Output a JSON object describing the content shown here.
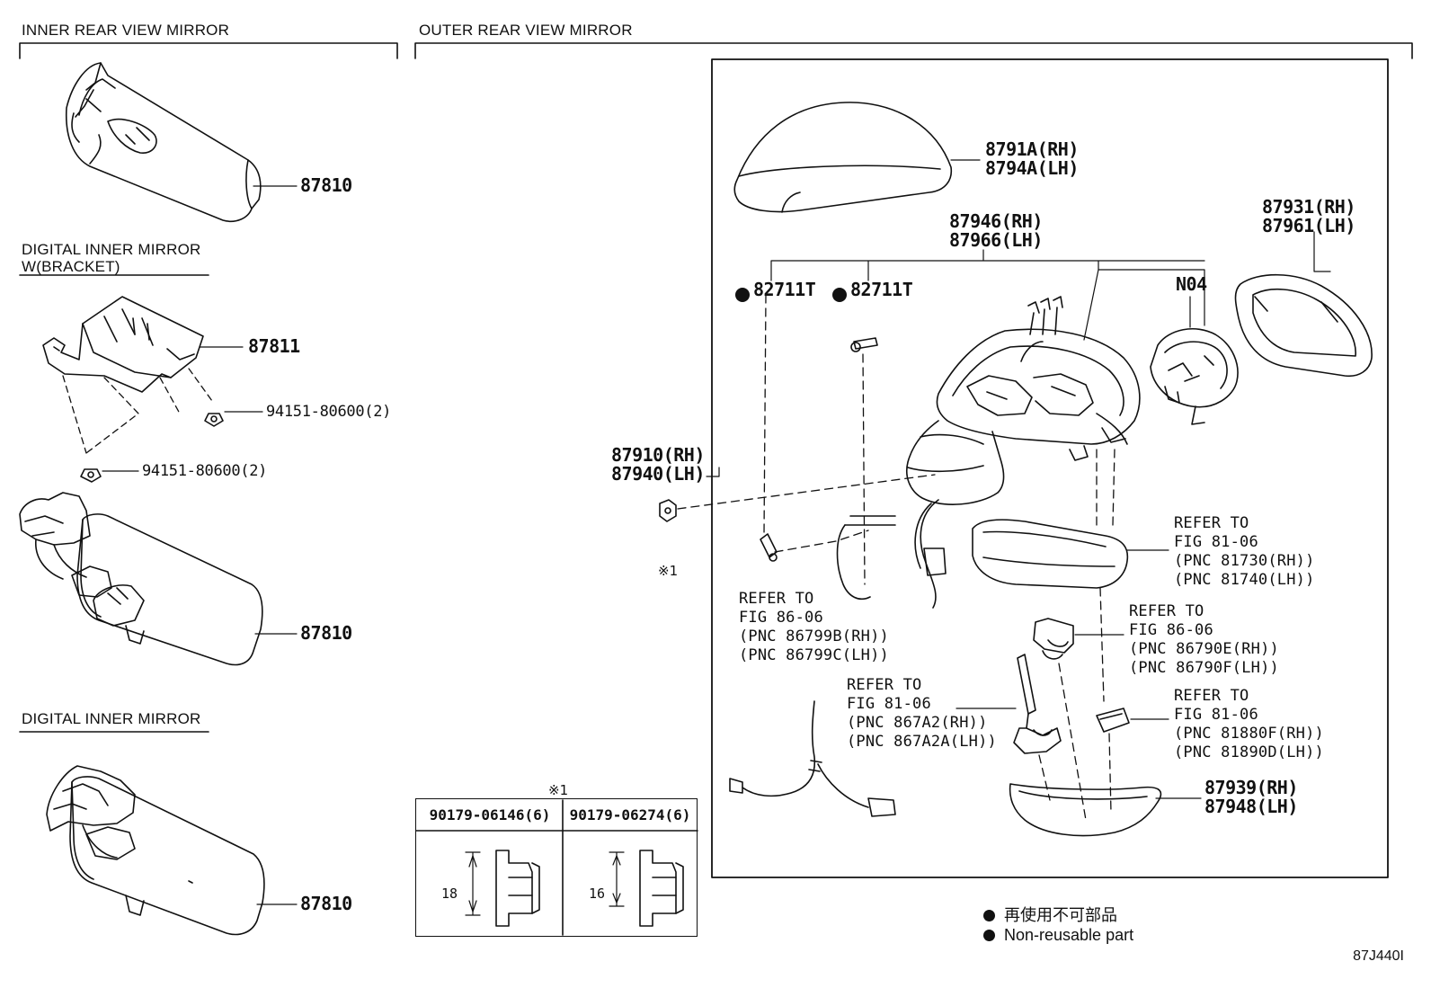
{
  "sections": {
    "inner": "INNER REAR VIEW MIRROR",
    "digital_bracket_1": "DIGITAL INNER MIRROR",
    "digital_bracket_2": "W(BRACKET)",
    "digital": "DIGITAL INNER MIRROR",
    "outer": "OUTER REAR VIEW MIRROR"
  },
  "parts": {
    "p87810_a": "87810",
    "p87811": "87811",
    "p94151_a": "94151-80600(2)",
    "p94151_b": "94151-80600(2)",
    "p87810_b": "87810",
    "p87810_c": "87810",
    "p8791a": "8791A(RH)",
    "p8794a": "8794A(LH)",
    "p87946": "87946(RH)",
    "p87966": "87966(LH)",
    "p87931": "87931(RH)",
    "p87961": "87961(LH)",
    "p82711t_a": "82711T",
    "p82711t_b": "82711T",
    "pN04": "N04",
    "p87910": "87910(RH)",
    "p87940": "87940(LH)",
    "p87939": "87939(RH)",
    "p87948": "87948(LH)",
    "mark1": "※1",
    "mark1_tbl": "※1"
  },
  "refs": {
    "r1": [
      "REFER TO",
      "FIG 81-06",
      "(PNC 81730(RH))",
      "(PNC 81740(LH))"
    ],
    "r2": [
      "REFER TO",
      "FIG 86-06",
      "(PNC 86799B(RH))",
      "(PNC 86799C(LH))"
    ],
    "r3": [
      "REFER TO",
      "FIG 86-06",
      "(PNC 86790E(RH))",
      "(PNC 86790F(LH))"
    ],
    "r4": [
      "REFER TO",
      "FIG 81-06",
      "(PNC 867A2(RH))",
      "(PNC 867A2A(LH))"
    ],
    "r5": [
      "REFER TO",
      "FIG 81-06",
      "(PNC 81880F(RH))",
      "(PNC 81890D(LH))"
    ]
  },
  "table": {
    "col1": "90179-06146(6)",
    "col2": "90179-06274(6)",
    "dim1": "18",
    "dim2": "16"
  },
  "legend": {
    "jp": "再使用不可部品",
    "en": "Non-reusable part"
  },
  "figure_id": "87J440I"
}
